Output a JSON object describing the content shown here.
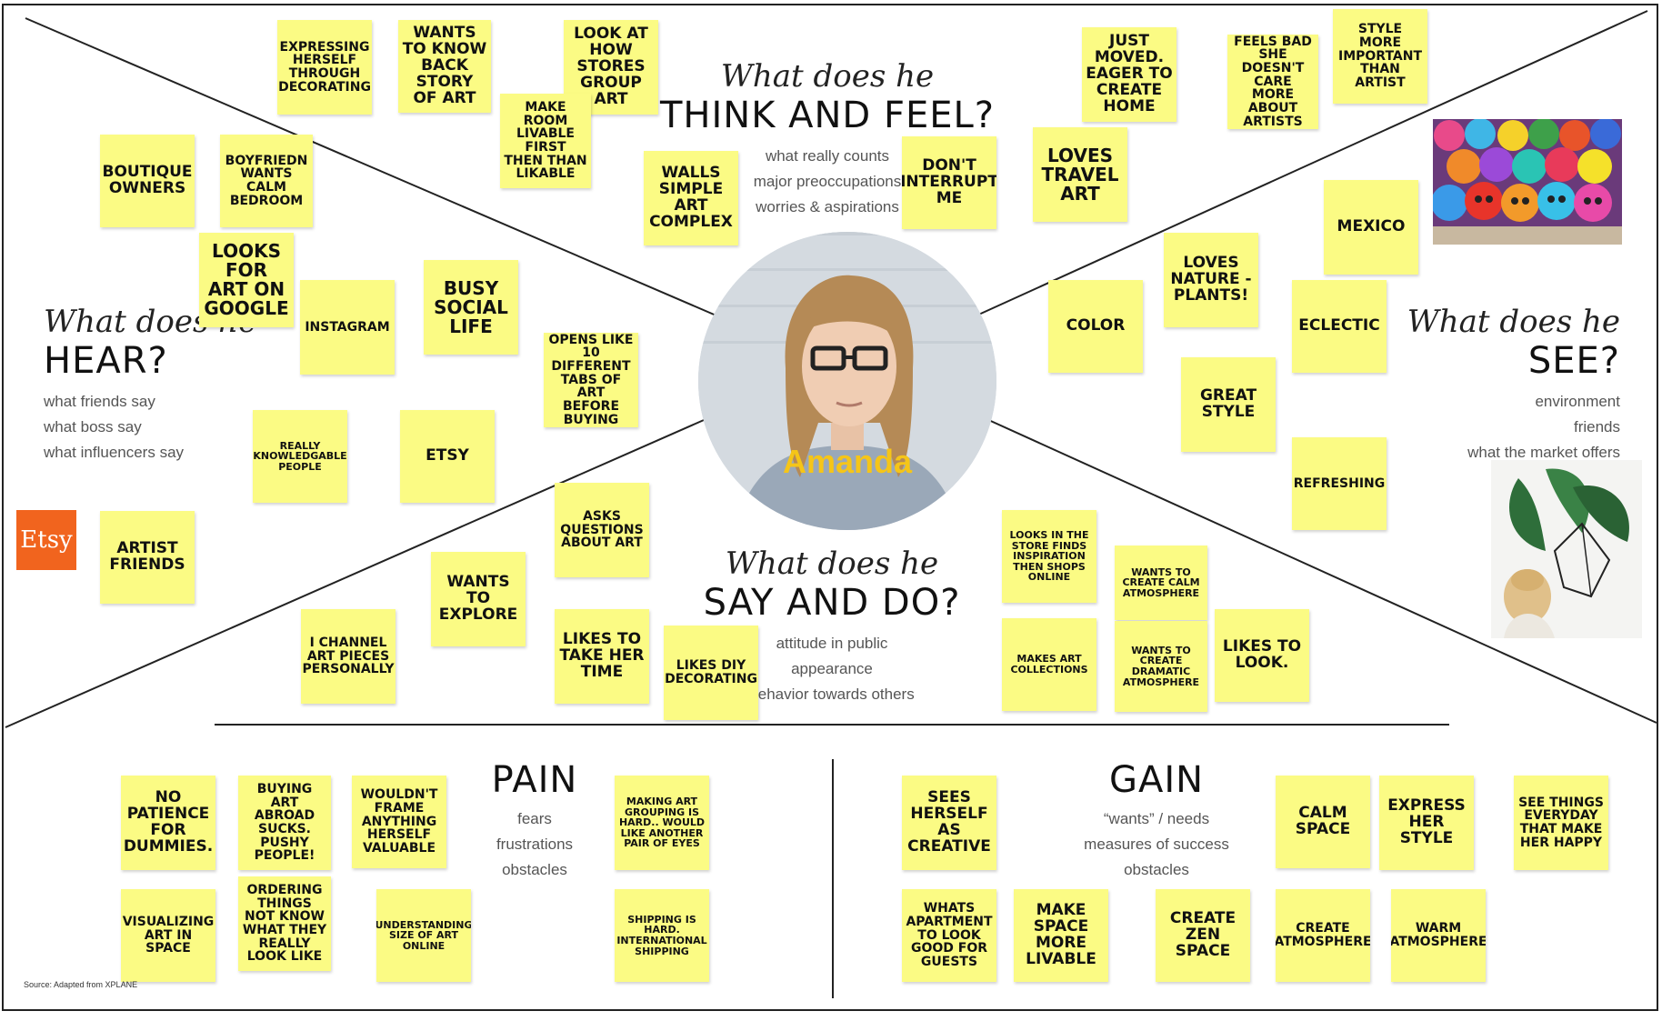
{
  "persona": {
    "name": "Amanda"
  },
  "sections": {
    "think": {
      "script": "What does he",
      "title": "THINK AND FEEL?",
      "lines": [
        "what really counts",
        "major preoccupations",
        "worries & aspirations"
      ]
    },
    "hear": {
      "script": "What does he",
      "title": "HEAR?",
      "lines": [
        "what friends say",
        "what boss say",
        "what influencers say"
      ]
    },
    "see": {
      "script": "What does he",
      "title": "SEE?",
      "lines": [
        "environment",
        "friends",
        "what the market offers"
      ]
    },
    "say": {
      "script": "What does he",
      "title": "SAY AND DO?",
      "lines": [
        "attitude in public",
        "appearance",
        "behavior towards others"
      ]
    },
    "pain": {
      "title": "PAIN",
      "lines": [
        "fears",
        "frustrations",
        "obstacles"
      ]
    },
    "gain": {
      "title": "GAIN",
      "lines": [
        "“wants” / needs",
        "measures of success",
        "obstacles"
      ]
    }
  },
  "etsy_logo": "Etsy",
  "source": "Source: Adapted from XPLANE",
  "notes": {
    "think": [
      "Expressing herself through decorating",
      "Wants to know back story of art",
      "Look at how stores group art",
      "Make room livable first then than likable",
      "Walls simple art complex",
      "Don't interrupt me",
      "Just moved. Eager to create home",
      "Loves travel art",
      "Feels bad she doesn't care more about artists",
      "Style more important than artist"
    ],
    "hear": [
      "Boutique owners",
      "Boyfriedn wants calm bedroom",
      "Looks for art on Google",
      "Instagram",
      "Busy social life",
      "Opens like 10 different tabs of art before buying",
      "Really knowledgable people",
      "Etsy",
      "Artist friends"
    ],
    "see": [
      "Mexico",
      "Loves nature - plants!",
      "Color",
      "Eclectic",
      "Great style",
      "Refreshing"
    ],
    "say": [
      "Asks questions about art",
      "Wants to explore",
      "I channel art pieces personally",
      "Likes to take her time",
      "Likes DIY decorating",
      "Looks in the store finds inspiration then shops online",
      "Wants to create calm atmosphere",
      "Makes art collections",
      "Wants to create dramatic atmosphere",
      "Likes to look."
    ],
    "pain": [
      "No patience for dummies.",
      "Buying art abroad sucks. Pushy people!",
      "Wouldn't frame anything herself valuable",
      "Making art grouping is hard.. would like another pair of eyes",
      "Visualizing art in space",
      "Ordering things not know what they really look like",
      "Understanding size of art online",
      "Shipping is hard. International shipping"
    ],
    "gain": [
      "Sees herself as creative",
      "Calm space",
      "Express her style",
      "See things everyday that make her happy",
      "Whats apartment to look good for guests",
      "Make space more livable",
      "Create zen space",
      "Create atmosphere",
      "Warm atmosphere"
    ]
  },
  "colors": {
    "note": "#fbfb84",
    "persona_name": "#f5c518",
    "etsy": "#f1641e"
  }
}
